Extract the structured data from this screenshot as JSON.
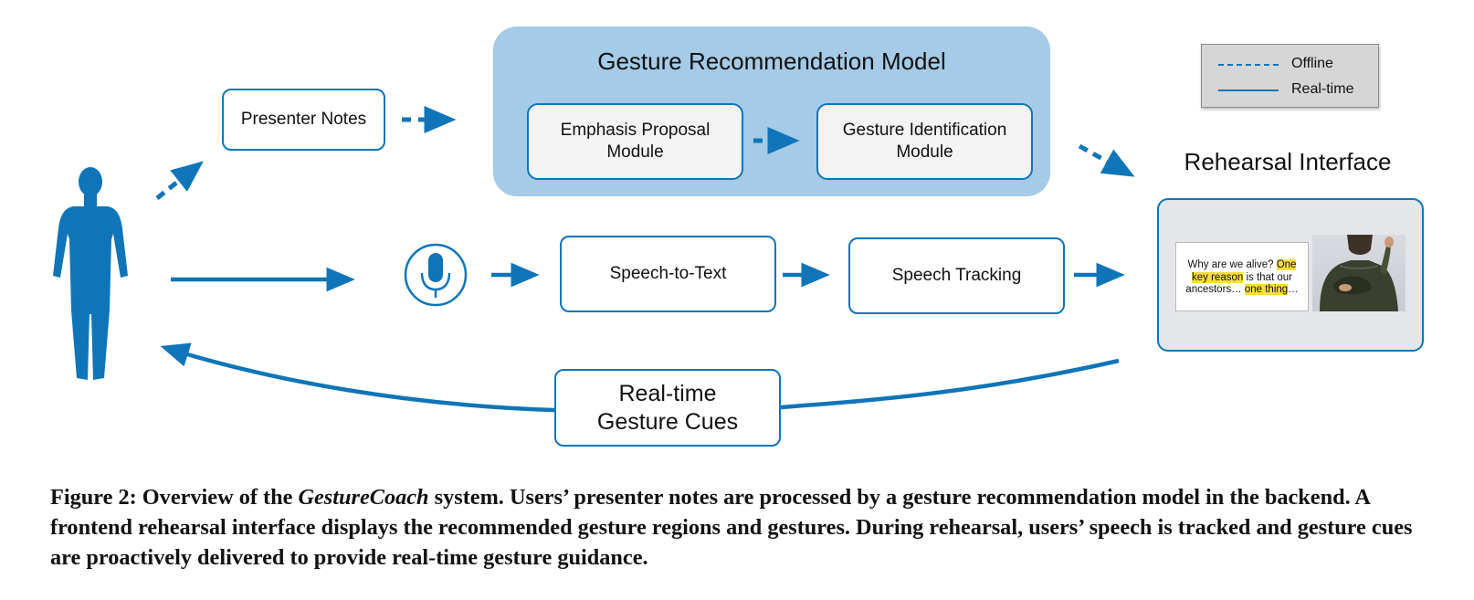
{
  "diagram": {
    "model": {
      "title": "Gesture Recommendation Model",
      "emphasis_module": [
        "Emphasis Proposal",
        "Module"
      ],
      "gesture_module": [
        "Gesture Identification",
        "Module"
      ]
    },
    "presenter_notes": "Presenter Notes",
    "speech_to_text": "Speech-to-Text",
    "speech_tracking": "Speech Tracking",
    "gesture_cues": [
      "Real-time",
      "Gesture Cues"
    ],
    "legend": {
      "offline": "Offline",
      "realtime": "Real-time"
    },
    "rehearsal": {
      "title": "Rehearsal Interface",
      "script_pre": "Why are we alive? ",
      "script_hl1": "One key reason",
      "script_mid": " is that our ancestors… ",
      "script_hl2": "one thing",
      "script_post": "…"
    },
    "colors": {
      "primary_blue": "#0f75b8",
      "panel_blue": "#a5cbe6",
      "highlight_yellow": "#f9de3c"
    },
    "icons": [
      "person-icon",
      "microphone-icon",
      "avatar-image"
    ]
  },
  "caption": {
    "label": "Figure 2: Overview of the ",
    "system_name": "GestureCoach",
    "text": " system. Users’ presenter notes are processed by a gesture recommendation model in the backend. A frontend rehearsal interface displays the recommended gesture regions and gestures. During rehearsal, users’ speech is tracked and gesture cues are proactively delivered to provide real-time gesture guidance."
  }
}
